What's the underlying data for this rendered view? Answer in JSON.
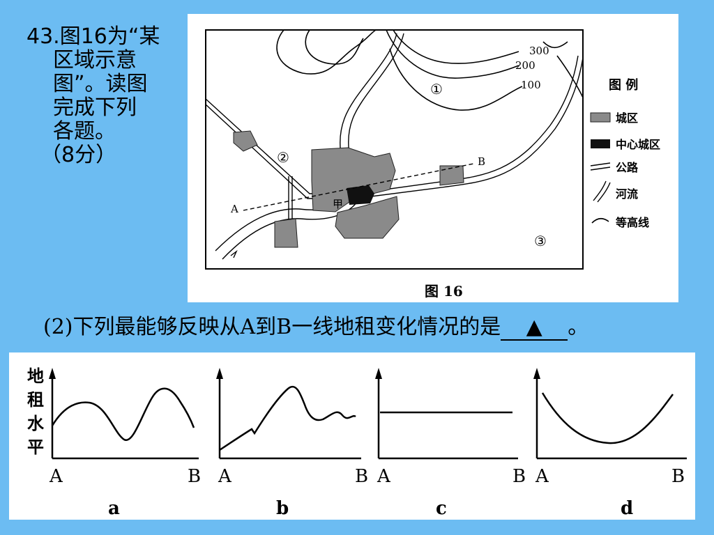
{
  "question": {
    "lines": [
      "43.图16为“某",
      "区域示意",
      "图”。读图",
      "完成下列",
      "各题。",
      "（8分）"
    ]
  },
  "map": {
    "caption": "图 16",
    "contour_labels": [
      "300",
      "200",
      "100"
    ],
    "region_labels": [
      "①",
      "②",
      "③"
    ],
    "point_a": "A",
    "point_b": "B",
    "city_label": "甲",
    "legend": {
      "title": "图  例",
      "items": [
        "城区",
        "中心城区",
        "公路",
        "河流",
        "等高线"
      ]
    }
  },
  "subquestion": {
    "text": "(2)下列最能够反映从A到B一线地租变化情况的是",
    "answer_mark": "▲",
    "end": "。"
  },
  "graphs": {
    "ylabel_chars": [
      "地",
      "租",
      "水",
      "平"
    ],
    "start_label": "A",
    "end_label": "B",
    "panel_labels": [
      "a",
      "b",
      "c",
      "d"
    ]
  }
}
